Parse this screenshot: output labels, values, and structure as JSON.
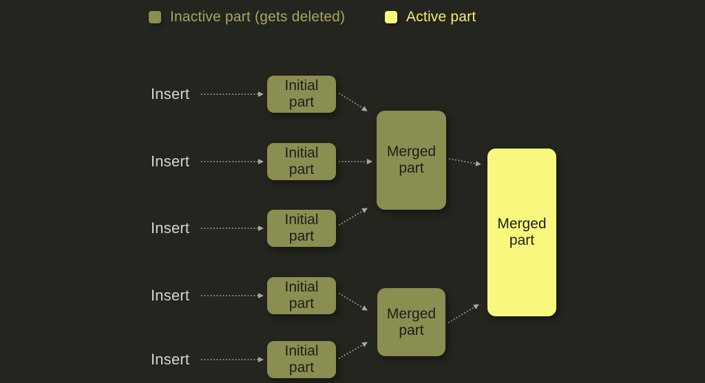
{
  "legend": {
    "inactive": {
      "label": "Inactive part (gets deleted)",
      "color": "#8a8e50"
    },
    "active": {
      "label": "Active part",
      "color": "#f9f87e"
    }
  },
  "colors": {
    "background": "#24251f",
    "inactive_fill": "#8a8e50",
    "active_fill": "#f9f87e",
    "node_text": "#1d1d1a",
    "insert_text": "#d6d5d3",
    "arrow": "#9a9a9a"
  },
  "diagram": {
    "inserts": [
      "Insert",
      "Insert",
      "Insert",
      "Insert",
      "Insert"
    ],
    "initial_parts": [
      {
        "label": "Initial part",
        "state": "inactive"
      },
      {
        "label": "Initial part",
        "state": "inactive"
      },
      {
        "label": "Initial part",
        "state": "inactive"
      },
      {
        "label": "Initial part",
        "state": "inactive"
      },
      {
        "label": "Initial part",
        "state": "inactive"
      }
    ],
    "merged_parts": [
      {
        "id": "merged-top",
        "label": "Merged part",
        "state": "inactive"
      },
      {
        "id": "merged-bottom",
        "label": "Merged part",
        "state": "inactive"
      },
      {
        "id": "merged-final",
        "label": "Merged part",
        "state": "active"
      }
    ],
    "edges": [
      {
        "from": "insert-1",
        "to": "initial-part-1"
      },
      {
        "from": "insert-2",
        "to": "initial-part-2"
      },
      {
        "from": "insert-3",
        "to": "initial-part-3"
      },
      {
        "from": "insert-4",
        "to": "initial-part-4"
      },
      {
        "from": "insert-5",
        "to": "initial-part-5"
      },
      {
        "from": "initial-part-1",
        "to": "merged-top"
      },
      {
        "from": "initial-part-2",
        "to": "merged-top"
      },
      {
        "from": "initial-part-3",
        "to": "merged-top"
      },
      {
        "from": "merged-top",
        "to": "merged-final"
      },
      {
        "from": "initial-part-4",
        "to": "merged-bottom"
      },
      {
        "from": "initial-part-5",
        "to": "merged-bottom"
      },
      {
        "from": "merged-bottom",
        "to": "merged-final"
      }
    ]
  }
}
